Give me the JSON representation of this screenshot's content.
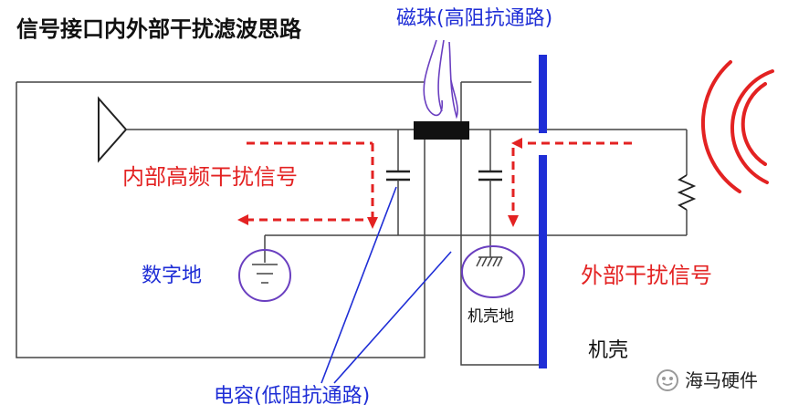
{
  "title": "信号接口内外部干扰滤波思路",
  "labels": {
    "ferrite_bead": "磁珠(高阻抗通路)",
    "internal_interference": "内部高频干扰信号",
    "digital_ground": "数字地",
    "chassis_ground": "机壳地",
    "external_interference": "外部干扰信号",
    "chassis": "机壳",
    "capacitor": "电容(低阻抗通路)"
  },
  "watermark": "海马硬件",
  "colors": {
    "label_blue": "#1f2ed6",
    "interference_red": "#e32222",
    "chassis_bar": "#1f2ed6",
    "annotation_purple": "#6a3fc0",
    "line_gray": "#444444"
  }
}
